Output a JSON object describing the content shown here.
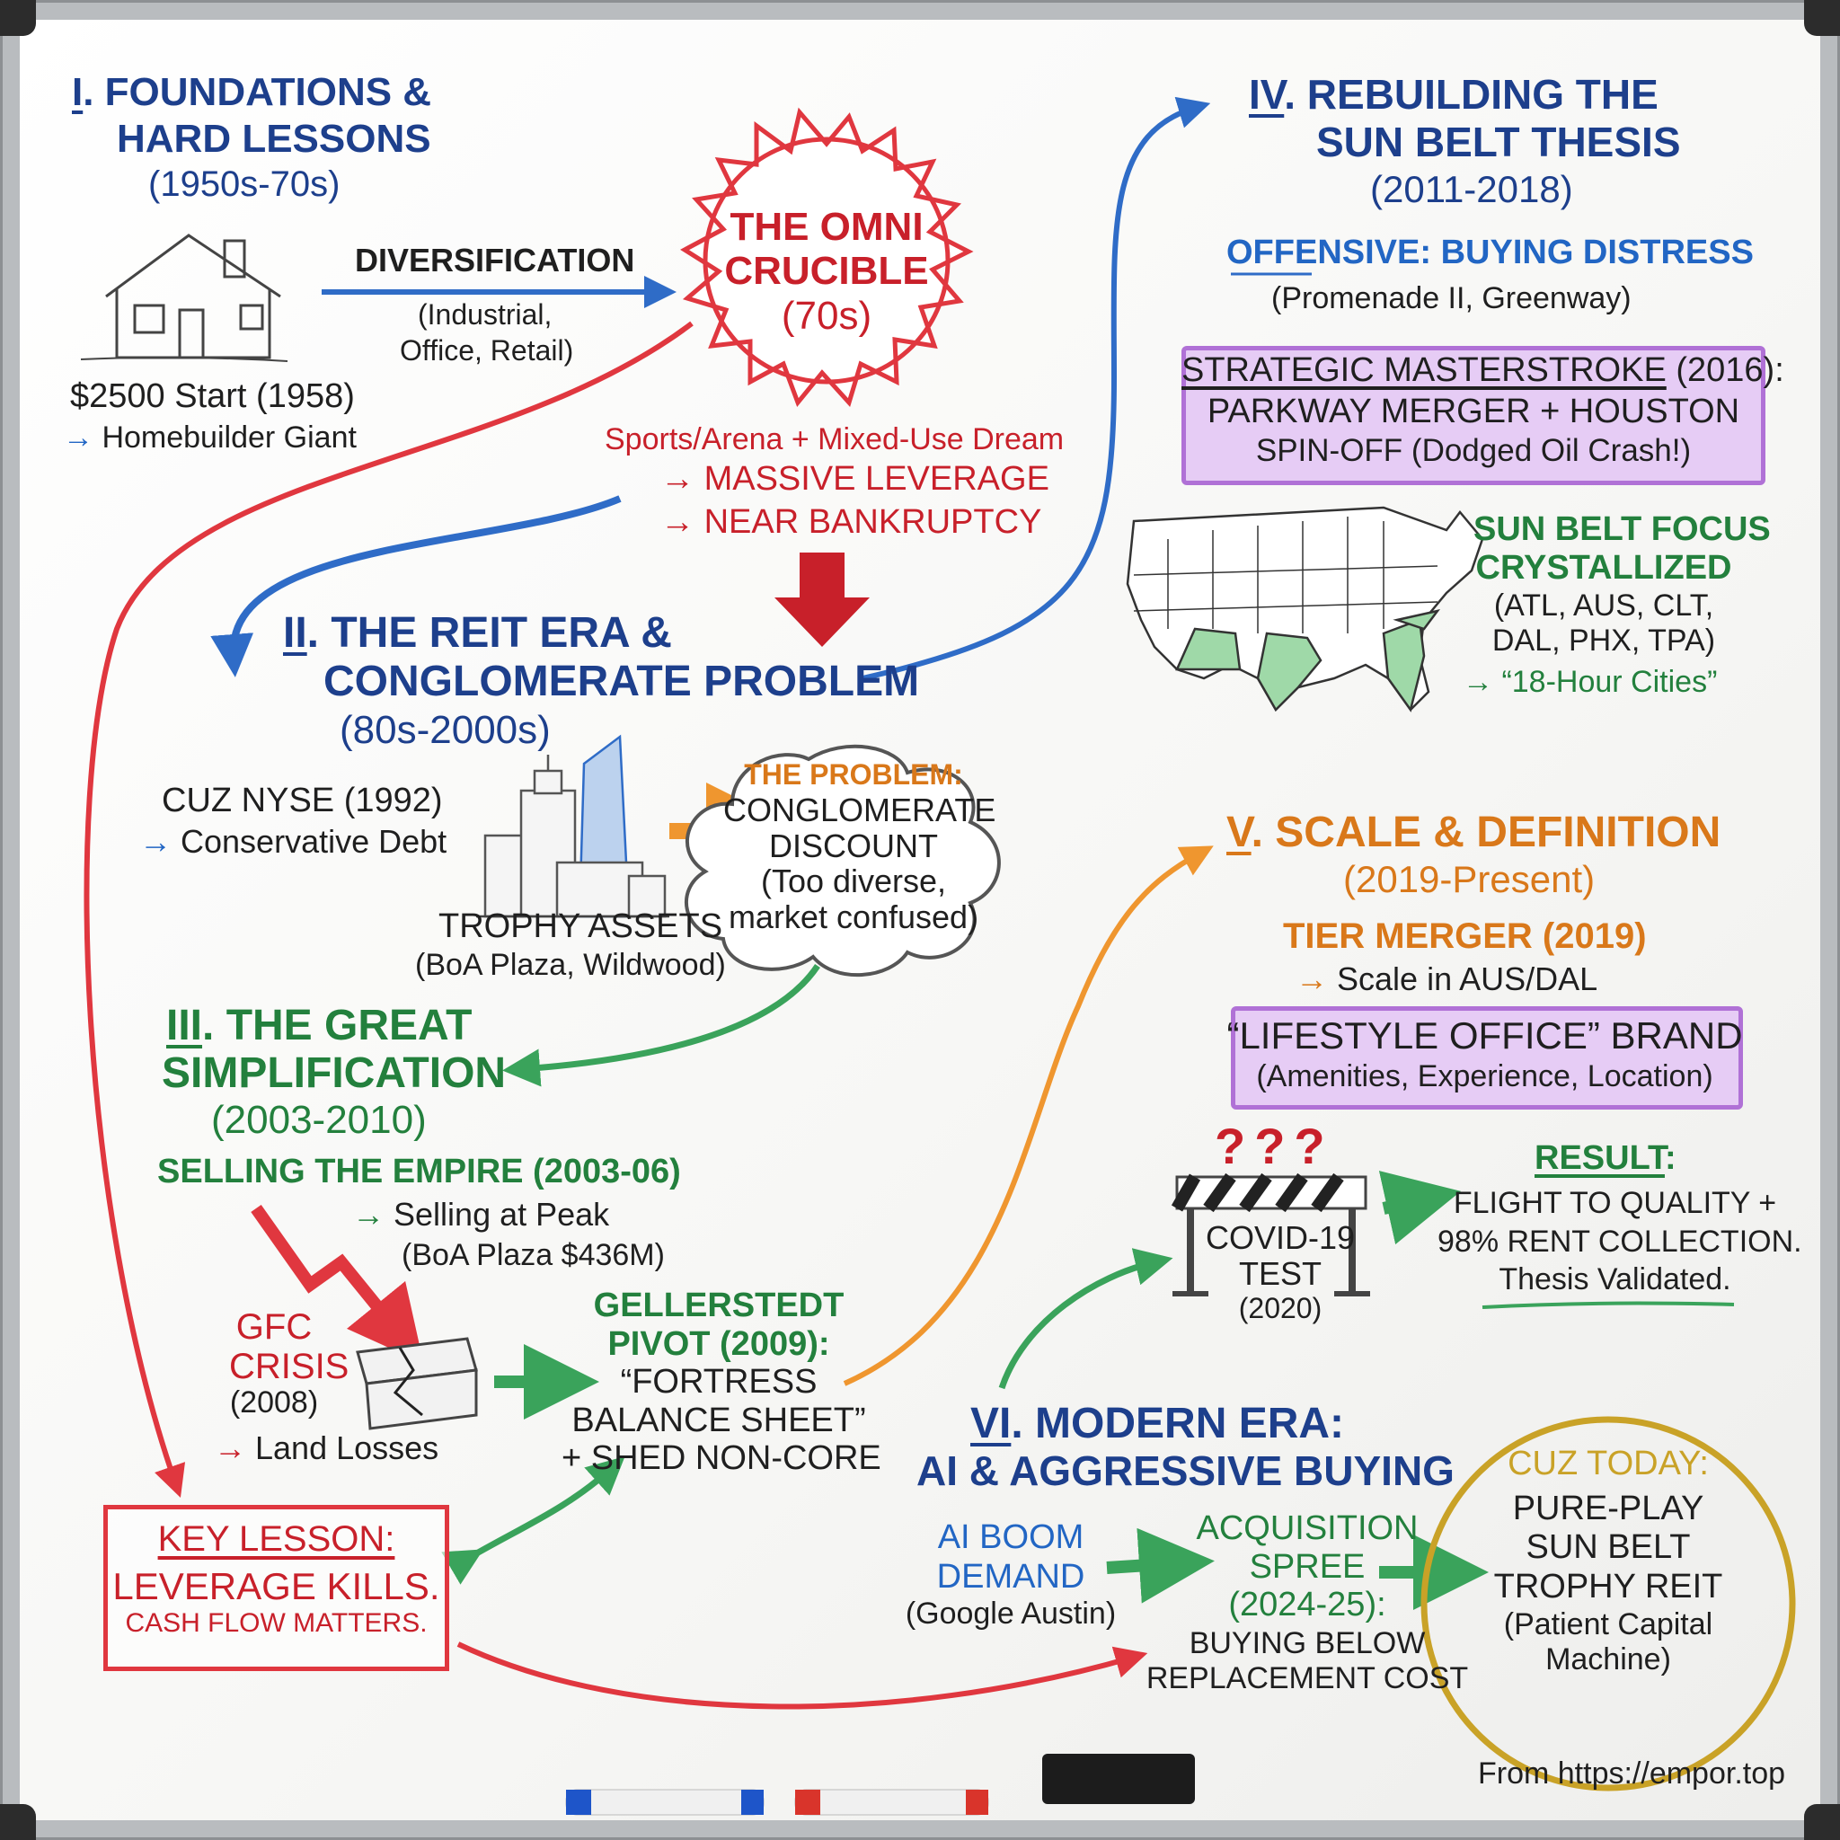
{
  "section1": {
    "num": "I",
    "title_rest": ". FOUNDATIONS &",
    "title2": "HARD LESSONS",
    "years": "(1950s-70s)",
    "start": "$2500 Start (1958)",
    "arrow_note": "Homebuilder Giant",
    "diversification": "DIVERSIFICATION",
    "div_detail1": "(Industrial,",
    "div_detail2": "Office, Retail)"
  },
  "omni": {
    "line1": "THE OMNI",
    "line2": "CRUCIBLE",
    "line3": "(70s)",
    "dream": "Sports/Arena + Mixed-Use Dream",
    "leverage": "MASSIVE LEVERAGE",
    "bankruptcy": "NEAR BANKRUPTCY"
  },
  "section2": {
    "num": "II",
    "title_rest": ". THE REIT ERA &",
    "title2": "CONGLOMERATE PROBLEM",
    "years": "(80s-2000s)",
    "nyse": "CUZ NYSE (1992)",
    "debt": "Conservative Debt",
    "trophy": "TROPHY ASSETS",
    "trophy_detail": "(BoA Plaza, Wildwood)",
    "problem_title": "THE PROBLEM:",
    "problem1": "CONGLOMERATE",
    "problem2": "DISCOUNT",
    "problem3": "(Too diverse,",
    "problem4": "market confused)"
  },
  "section3": {
    "num": "III",
    "title_rest": ". THE GREAT",
    "title2": "SIMPLIFICATION",
    "years": "(2003-2010)",
    "selling": "SELLING THE EMPIRE (2003-06)",
    "peak": "Selling at Peak",
    "peak_detail": "(BoA Plaza $436M)",
    "gfc1": "GFC",
    "gfc2": "CRISIS",
    "gfc3": "(2008)",
    "land": "Land Losses",
    "pivot1": "GELLERSTEDT",
    "pivot2": "PIVOT (2009):",
    "pivot3": "“FORTRESS",
    "pivot4": "BALANCE SHEET”",
    "pivot5": "+ SHED NON-CORE"
  },
  "key_lesson": {
    "title": "KEY LESSON:",
    "line1": "LEVERAGE KILLS.",
    "line2": "CASH FLOW MATTERS."
  },
  "section4": {
    "num": "IV",
    "title_rest": ". REBUILDING THE",
    "title2": "SUN BELT THESIS",
    "years": "(2011-2018)",
    "offensive": "OFFENSIVE",
    "offensive_rest": ": BUYING DISTRESS",
    "offensive_detail": "(Promenade II, Greenway)",
    "strategic": "STRATEGIC MASTERSTROKE",
    "strategic_year": " (2016):",
    "merger": "PARKWAY MERGER + HOUSTON",
    "spinoff": "SPIN-OFF (Dodged Oil Crash!)",
    "sunbelt1": "SUN BELT FOCUS",
    "sunbelt2": "CRYSTALLIZED",
    "cities1": "(ATL, AUS, CLT,",
    "cities2": "DAL, PHX, TPA)",
    "hour": "“18-Hour Cities”"
  },
  "section5": {
    "num": "V",
    "title_rest": ". SCALE & DEFINITION",
    "years": "(2019-Present)",
    "tier": "TIER MERGER (2019)",
    "scale": "Scale in AUS/DAL",
    "lifestyle": "“LIFESTYLE OFFICE” BRAND",
    "lifestyle_detail": "(Amenities, Experience, Location)",
    "question": "???",
    "covid1": "COVID-19",
    "covid2": "TEST",
    "covid3": "(2020)",
    "result": "RESULT",
    "result_colon": ":",
    "result1": "FLIGHT TO QUALITY +",
    "result2": "98% RENT COLLECTION.",
    "result3": "Thesis Validated."
  },
  "section6": {
    "num": "VI",
    "title_rest": ". MODERN ERA:",
    "title2": "AI & AGGRESSIVE BUYING",
    "ai1": "AI BOOM",
    "ai2": "DEMAND",
    "ai3": "(Google Austin)",
    "acq1": "ACQUISITION",
    "acq2": "SPREE",
    "acq3": "(2024-25):",
    "acq4": "BUYING BELOW",
    "acq5": "REPLACEMENT COST"
  },
  "today": {
    "title": "CUZ TODAY:",
    "line1": "PURE-PLAY",
    "line2": "SUN BELT",
    "line3": "TROPHY REIT",
    "line4": "(Patient Capital",
    "line5": "Machine)"
  },
  "footer": {
    "source": "From https://empor.top"
  },
  "colors": {
    "blue": "#1d3f8c",
    "red": "#c8202a",
    "green": "#23803d",
    "orange": "#d9781a",
    "purple": "#b071d6",
    "gold": "#c9a227"
  }
}
